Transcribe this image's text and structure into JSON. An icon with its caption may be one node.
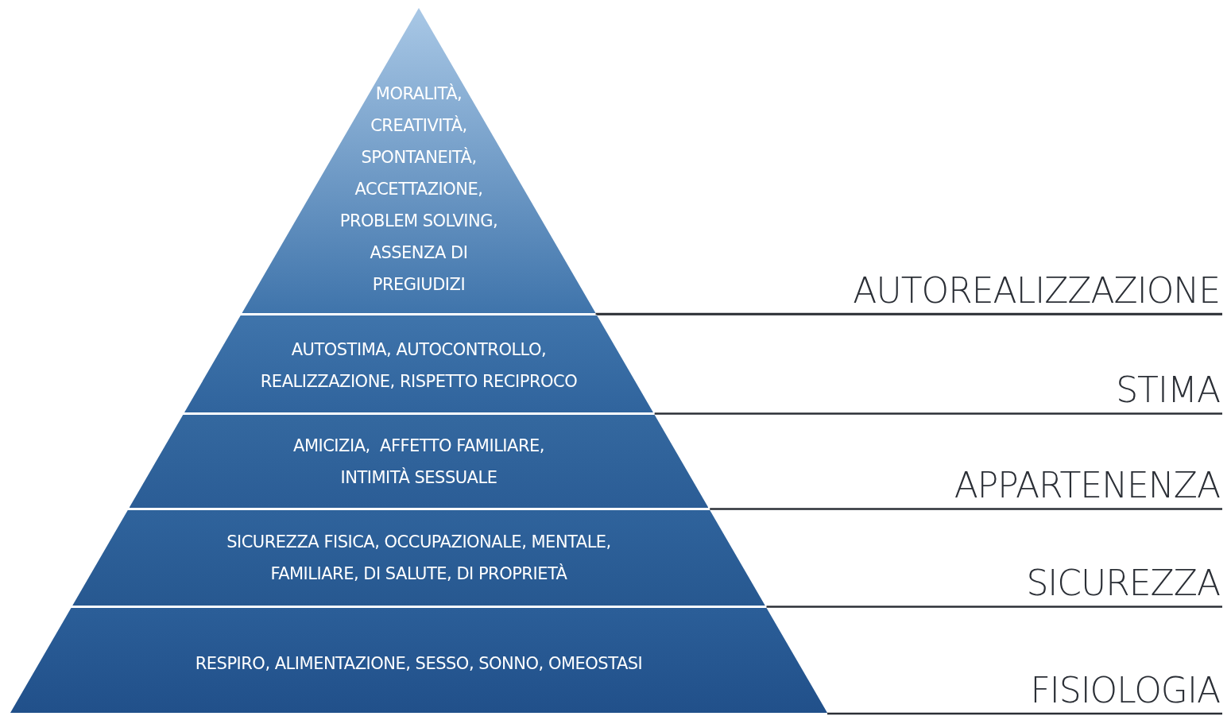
{
  "diagram": {
    "nodes": [
      {
        "text": [
          "MORALITÀ, CREATIVITÀ, SPONTANEITÀ, ACCETTAZIONE, PROBLEM SOLVING, ASSENZA DI PREGIUDIZI"
        ]
      },
      {
        "text": [
          "AUTOSTIMA, AUTOCONTROLLO, REALIZZAZIONE, RISPETTO RECIPROCO"
        ]
      },
      {
        "text": [
          "AMICIZIA,  AFFETTO FAMILIARE, INTIMITÀ SESSUALE"
        ]
      },
      {
        "text": [
          "SICUREZZA FISICA, OCCUPAZIONALE, MENTALE, FAMILIARE, DI SALUTE, DI PROPRIETÀ"
        ]
      },
      {
        "text": [
          "RESPIRO, ALIMENTAZIONE, SESSO, SONNO, OMEOSTASI"
        ]
      }
    ],
    "labels": [
      "AUTOREALIZZAZIONE",
      "STIMA",
      "APPARTENENZA",
      "SICUREZZA",
      "FISIOLOGIA"
    ]
  }
}
